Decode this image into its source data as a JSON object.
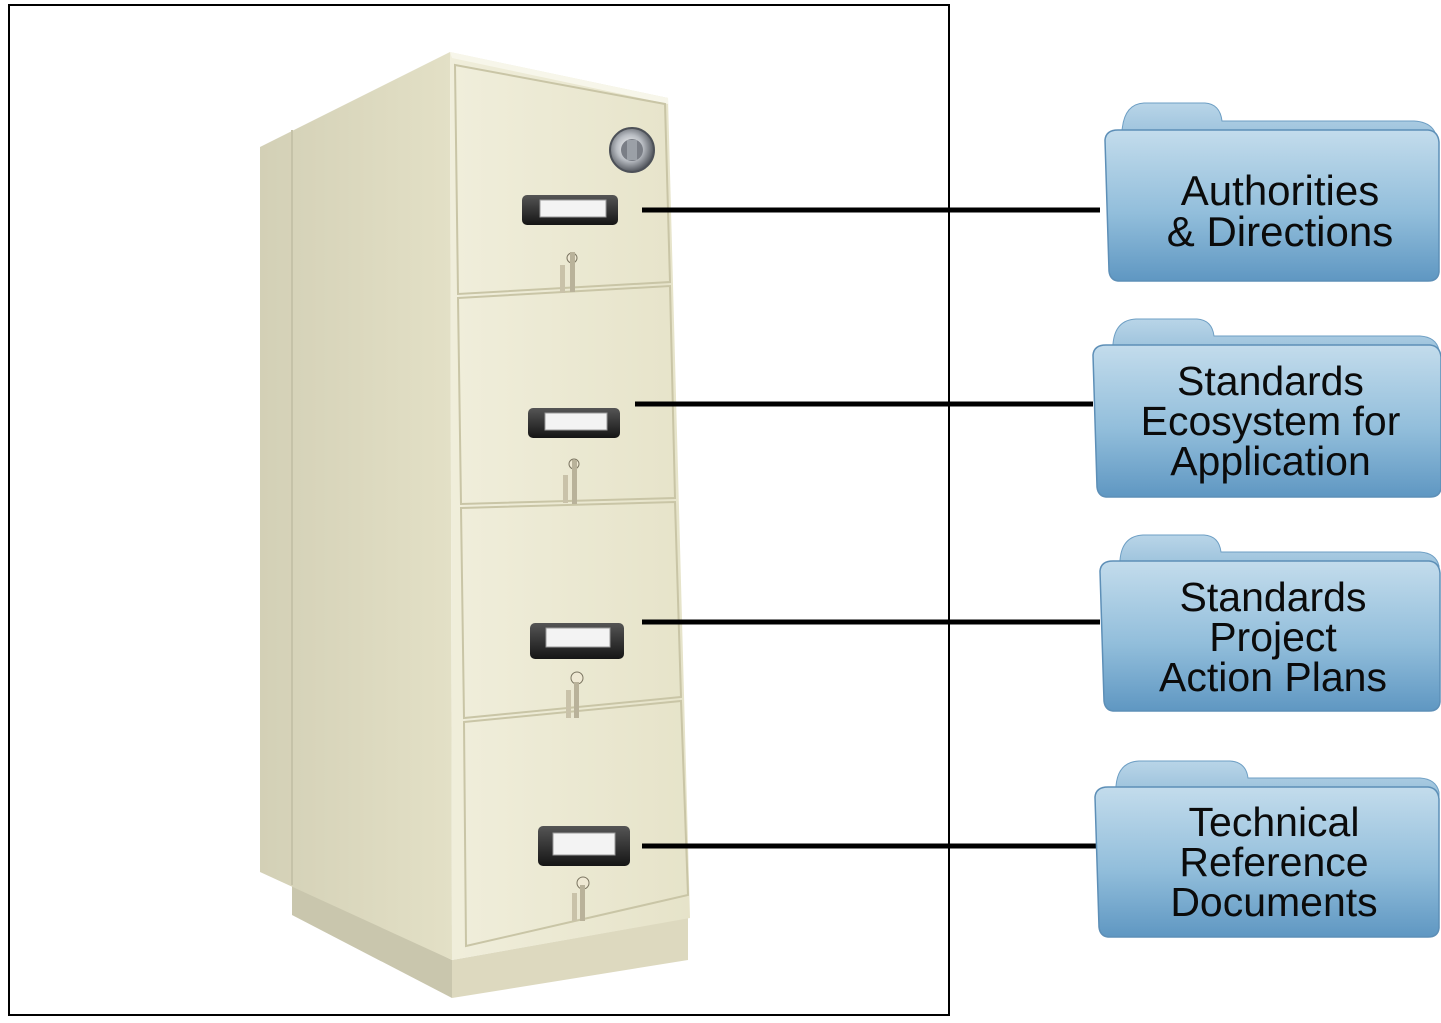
{
  "diagram": {
    "folders": [
      {
        "id": "authorities",
        "label": "Authorities\n& Directions"
      },
      {
        "id": "ecosystem",
        "label": "Standards\nEcosystem for\nApplication"
      },
      {
        "id": "action-plans",
        "label": "Standards\nProject\nAction Plans"
      },
      {
        "id": "technical",
        "label": "Technical\nReference\nDocuments"
      }
    ],
    "colors": {
      "cabinet_front": "#ece9d2",
      "cabinet_side": "#d6d3b9",
      "folder_blue": "#7fb0d3",
      "connector": "#000000",
      "frame": "#000000"
    },
    "icons": [
      "filing-cabinet-image",
      "combination-lock-icon",
      "drawer-handle-icon",
      "key-icon",
      "folder-icon"
    ]
  }
}
